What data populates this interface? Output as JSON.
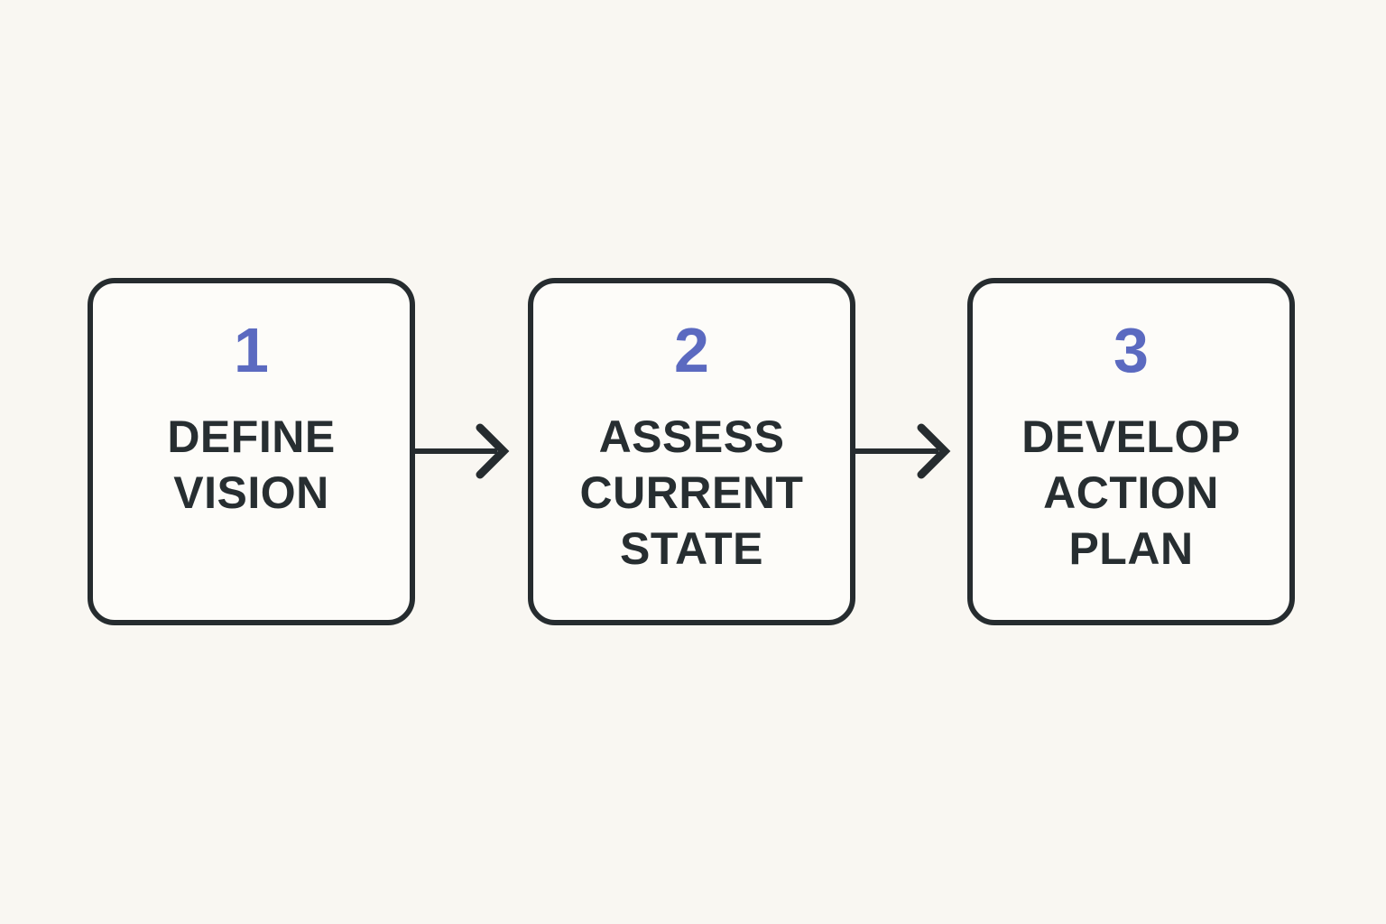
{
  "diagram": {
    "type": "flowchart",
    "direction": "left-to-right",
    "steps": [
      {
        "number": "1",
        "lines": [
          "DEFINE",
          "VISION"
        ],
        "label": "DEFINE VISION"
      },
      {
        "number": "2",
        "lines": [
          "ASSESS",
          "CURRENT",
          "STATE"
        ],
        "label": "ASSESS CURRENT STATE"
      },
      {
        "number": "3",
        "lines": [
          "DEVELOP",
          "ACTION",
          "PLAN"
        ],
        "label": "DEVELOP ACTION PLAN"
      }
    ],
    "connectors": [
      {
        "from": "1",
        "to": "2",
        "icon": "arrow-right-icon"
      },
      {
        "from": "2",
        "to": "3",
        "icon": "arrow-right-icon"
      }
    ]
  },
  "colors": {
    "bg": "#f9f7f2",
    "box-fill": "#fdfcf9",
    "ink": "#272e31",
    "line": "#262c2f",
    "accent": "#5b6ac0"
  }
}
